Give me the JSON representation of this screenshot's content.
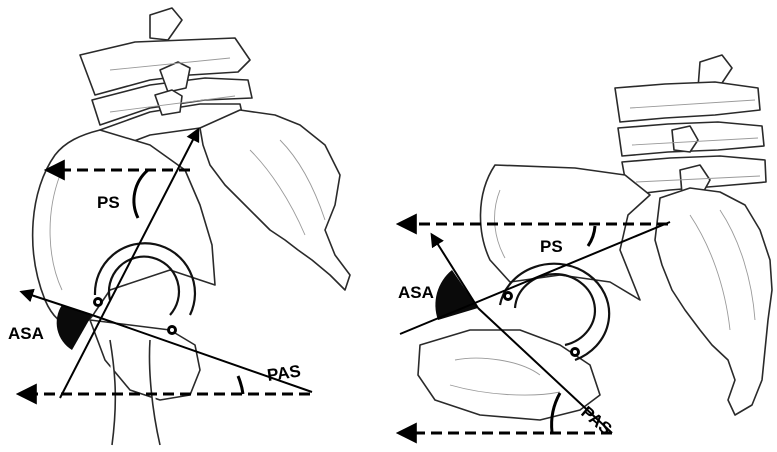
{
  "left_figure": {
    "labels": {
      "ps": "PS",
      "asa": "ASA",
      "pas": "PAS"
    }
  },
  "right_figure": {
    "labels": {
      "ps": "PS",
      "asa": "ASA",
      "pas": "PAS"
    }
  },
  "colors": {
    "line": "#000000",
    "bone_outline": "#2a2a2a",
    "wedge": "#0a0a0a",
    "background": "#ffffff"
  }
}
